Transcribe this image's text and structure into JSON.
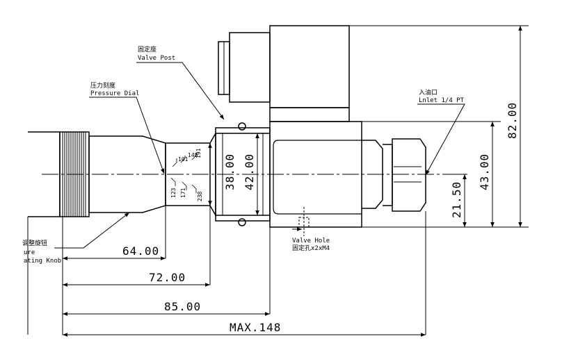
{
  "callouts": {
    "valve_post": {
      "zh": "固定座",
      "en": "Valve Post"
    },
    "pressure_dial": {
      "zh": "压力刻度",
      "en": "Pressure Dial"
    },
    "inlet": {
      "zh": "入油口",
      "en": "Lnlet 1/4 PT"
    },
    "adjusting_knob": {
      "zh": "调整旋钮",
      "en_line1": "ure",
      "en_line2": "ating Knob"
    },
    "valve_hole": {
      "en": "Valve Hole",
      "zh": "固定孔x2xM4"
    }
  },
  "dial_ticks": [
    "101",
    "148",
    "191",
    "123",
    "171",
    "238"
  ],
  "dimensions": {
    "d64": "64.00",
    "d72": "72.00",
    "d85": "85.00",
    "d148": "MAX.148",
    "d38": "38.00",
    "d42": "42.00",
    "d43": "43.00",
    "d21": "21.50",
    "d82": "82.00"
  }
}
